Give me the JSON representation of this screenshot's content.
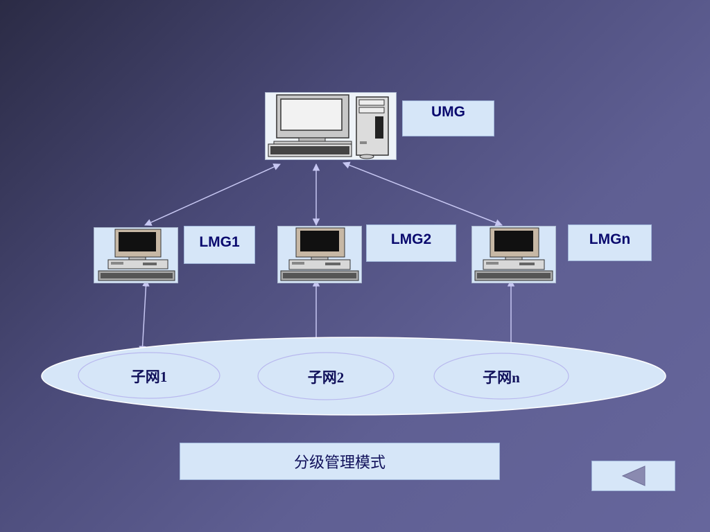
{
  "nodes": {
    "umg": "UMG",
    "lmg1": "LMG1",
    "lmg2": "LMG2",
    "lmgn": "LMGn"
  },
  "subnets": [
    "子网1",
    "子网2",
    "子网n"
  ],
  "caption": "分级管理模式",
  "icons": {
    "back": "left-triangle-icon",
    "computer": "desktop-computer-icon"
  },
  "colors": {
    "box_fill": "#d6e6f8",
    "connector": "#c7c7f2",
    "text": "#0a0a6e"
  }
}
